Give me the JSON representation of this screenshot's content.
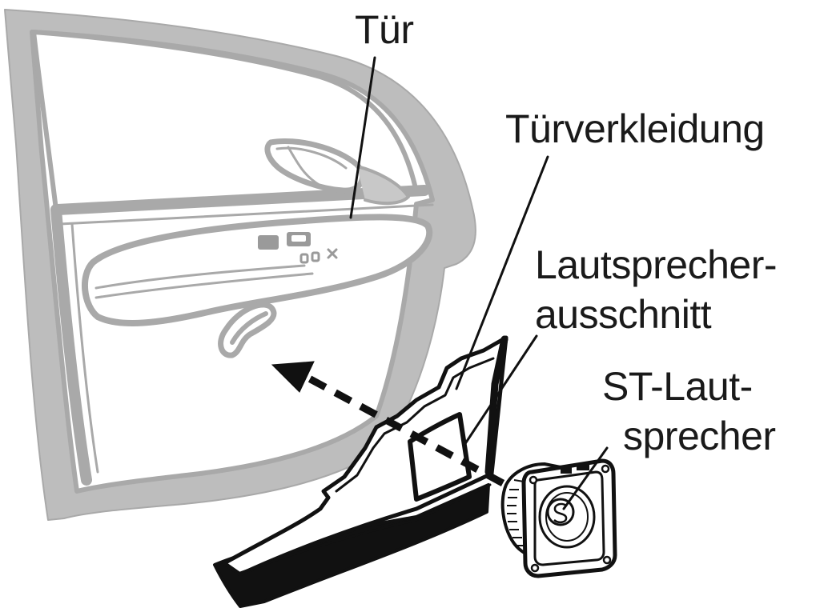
{
  "labels": {
    "door": "Tür",
    "door_panel": "Türverkleidung",
    "speaker_cutout_line1": "Lautsprecher-",
    "speaker_cutout_line2": "ausschnitt",
    "speaker_line1": "ST-Laut-",
    "speaker_line2": "sprecher"
  },
  "colors": {
    "door_outline": "#a9a9a9",
    "ink": "#111111"
  }
}
